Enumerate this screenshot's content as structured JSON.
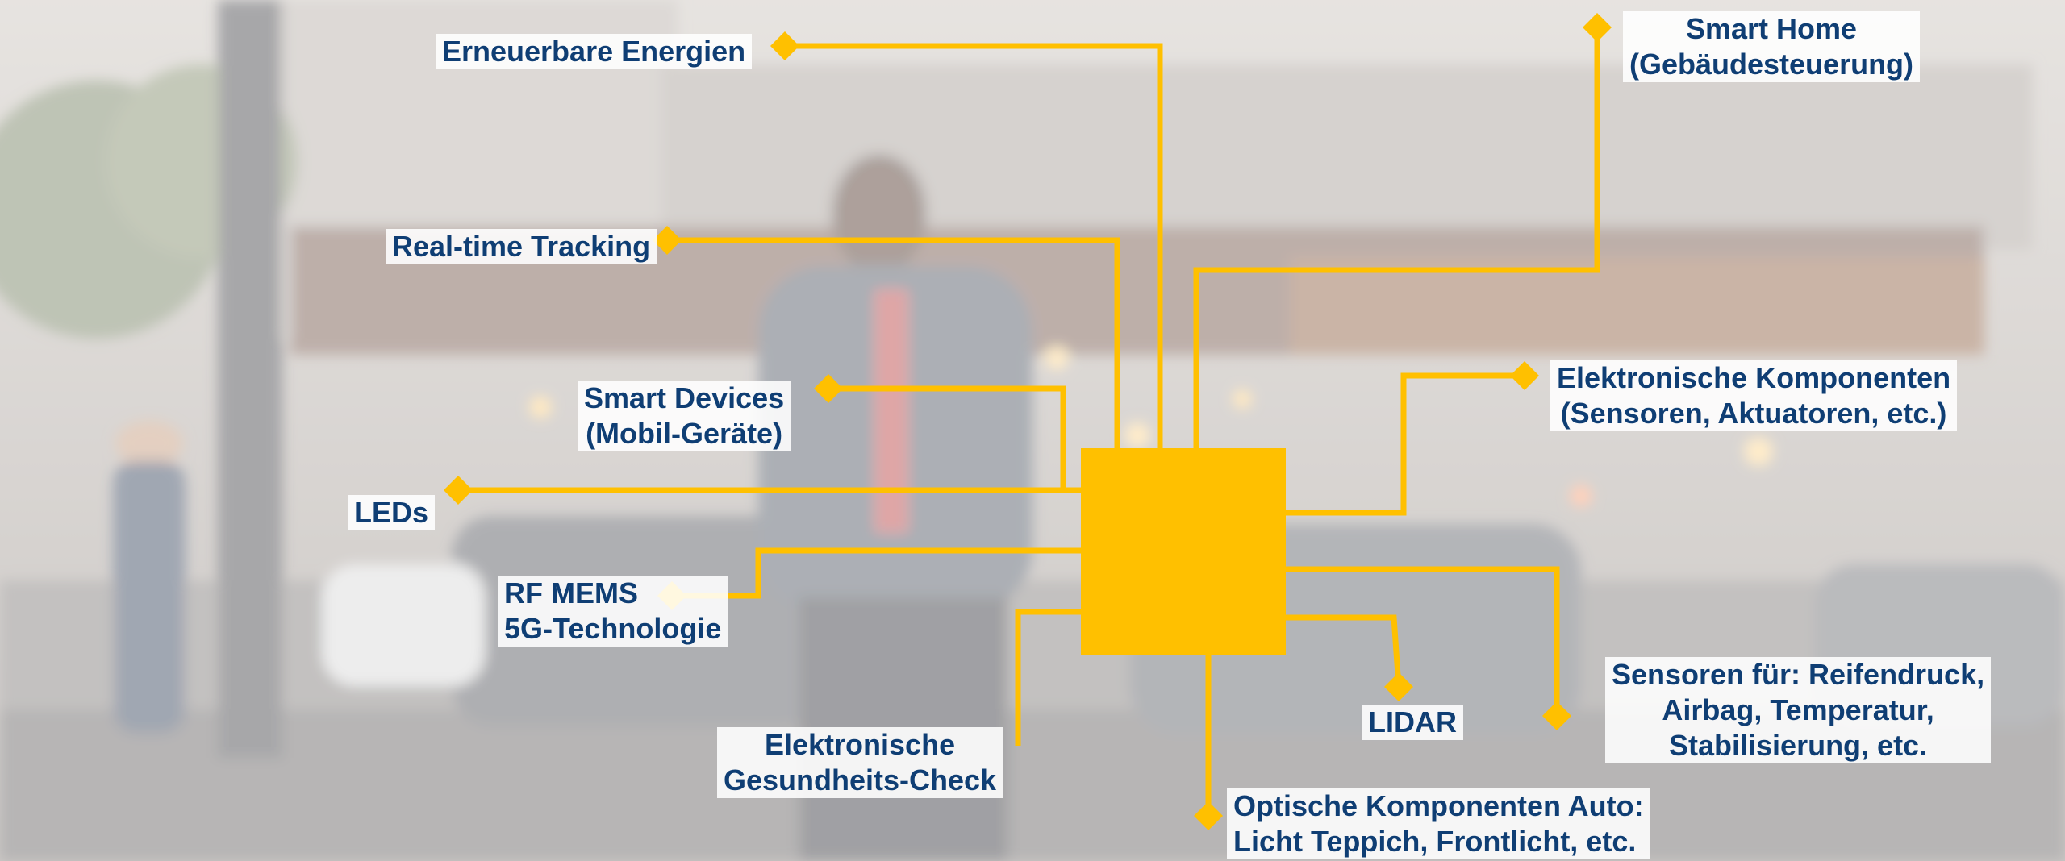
{
  "colors": {
    "accent": "#FFC000",
    "label_text": "#0F3E74",
    "label_bg": "#FFFFFF"
  },
  "labels": {
    "erneuerbare": [
      "Erneuerbare Energien"
    ],
    "smart_home": [
      "Smart Home",
      "(Gebäudesteuerung)"
    ],
    "realtime": [
      "Real-time Tracking"
    ],
    "smart_devices": [
      "Smart Devices",
      "(Mobil-Geräte)"
    ],
    "elektronische_komponenten": [
      "Elektronische Komponenten",
      "(Sensoren, Aktuatoren, etc.)"
    ],
    "leds": [
      "LEDs"
    ],
    "rf_mems": [
      "RF MEMS",
      "5G-Technologie"
    ],
    "gesundheit": [
      "Elektronische",
      "Gesundheits-Check"
    ],
    "lidar": [
      "LIDAR"
    ],
    "sensoren": [
      "Sensoren für: Reifendruck,",
      "Airbag, Temperatur,",
      "Stabilisierung, etc."
    ],
    "optische": [
      "Optische Komponenten Auto:",
      "Licht Teppich, Frontlicht, etc."
    ]
  }
}
